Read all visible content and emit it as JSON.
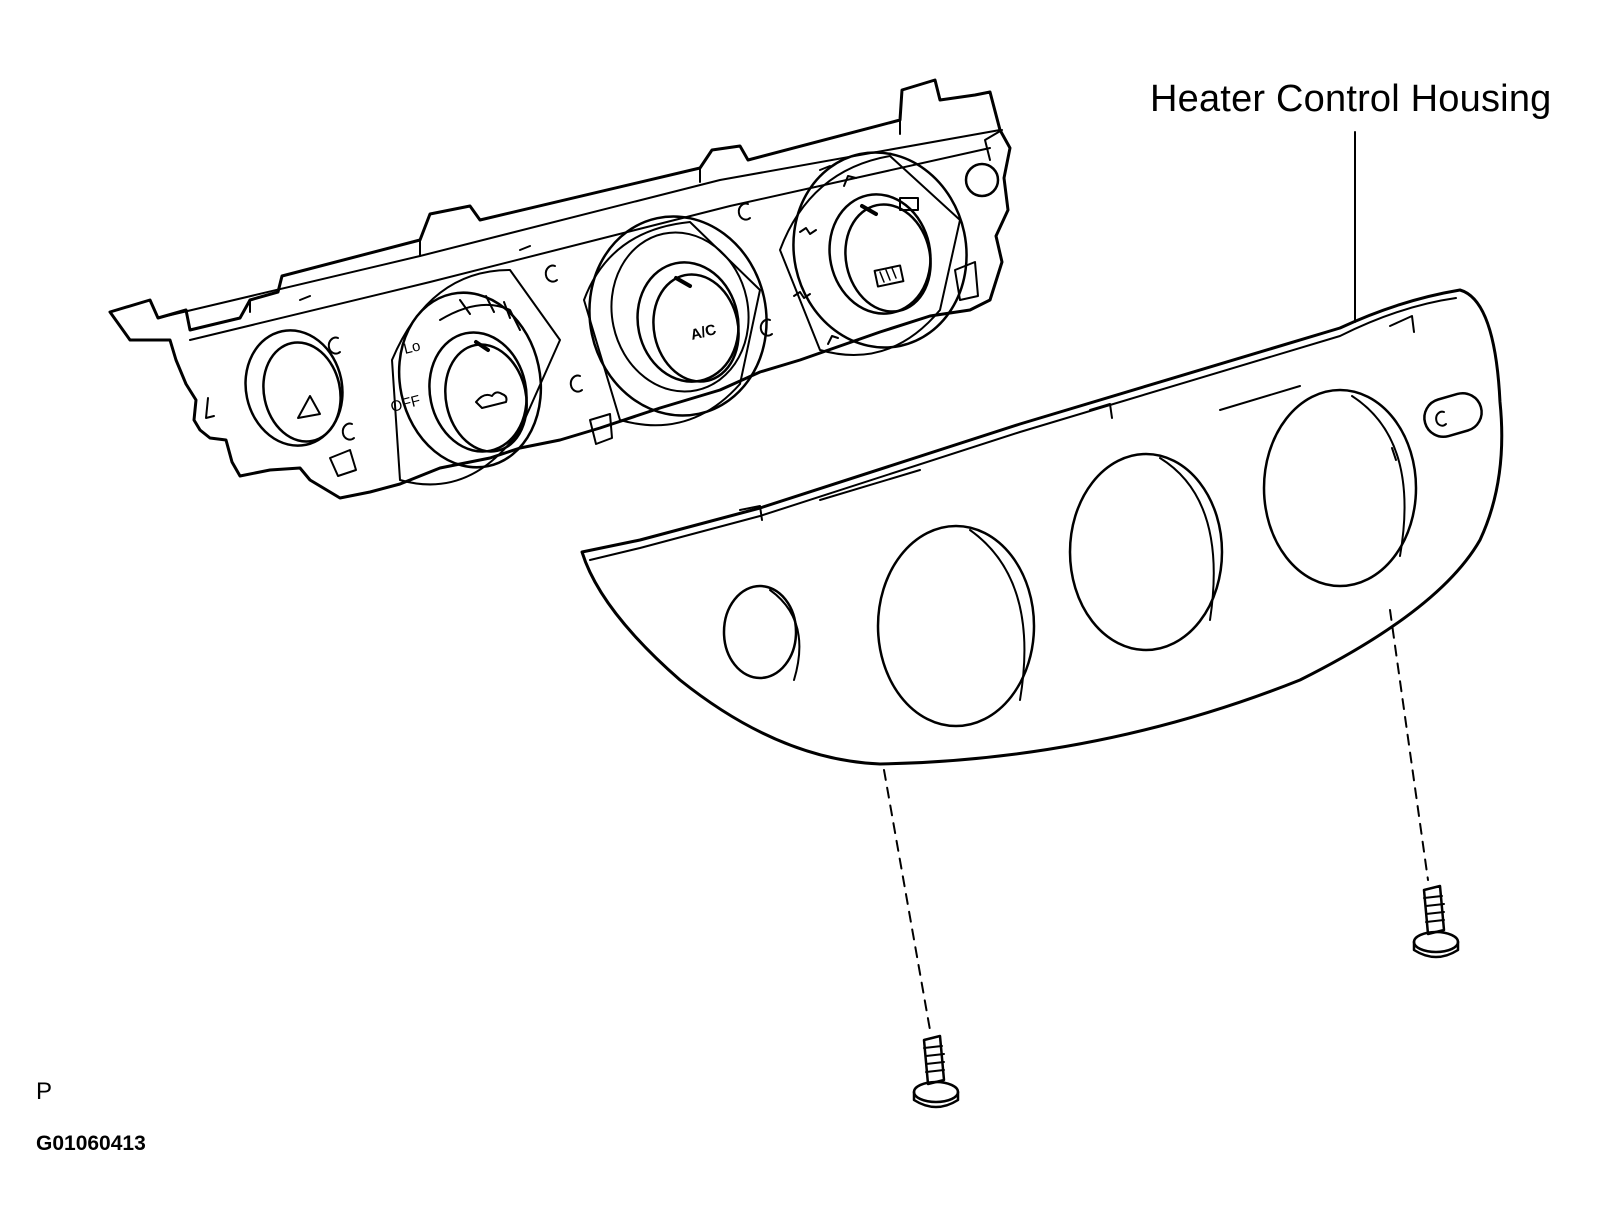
{
  "labels": {
    "callout": "Heater Control Housing",
    "view_marker": "P",
    "figure_id": "G01060413"
  },
  "knob_markings": {
    "fan_low": "Lo",
    "fan_off": "OFF",
    "ac": "A/C"
  },
  "parts": [
    "control-panel-assembly",
    "heater-control-housing",
    "screw",
    "screw"
  ],
  "colors": {
    "line": "#000000",
    "background": "#ffffff"
  }
}
